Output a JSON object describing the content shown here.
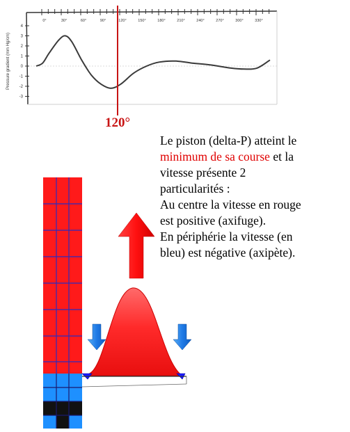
{
  "graph": {
    "y_axis_label": "Pressure gradient (mm Hg/cm)",
    "y_ticks": [
      "4",
      "3",
      "2",
      "1",
      "0",
      "-1",
      "-2",
      "-3"
    ],
    "x_ticks": [
      "0°",
      "30°",
      "60°",
      "90°",
      "120°",
      "150°",
      "180°",
      "210°",
      "240°",
      "270°",
      "300°",
      "330°"
    ],
    "curve": [
      {
        "deg": 0,
        "value": 0.0
      },
      {
        "deg": 10,
        "value": 0.3
      },
      {
        "deg": 20,
        "value": 1.3
      },
      {
        "deg": 35,
        "value": 2.6
      },
      {
        "deg": 45,
        "value": 3.0
      },
      {
        "deg": 55,
        "value": 2.4
      },
      {
        "deg": 70,
        "value": 0.6
      },
      {
        "deg": 85,
        "value": -0.9
      },
      {
        "deg": 100,
        "value": -1.8
      },
      {
        "deg": 115,
        "value": -2.2
      },
      {
        "deg": 130,
        "value": -1.8
      },
      {
        "deg": 150,
        "value": -0.7
      },
      {
        "deg": 170,
        "value": 0.0
      },
      {
        "deg": 190,
        "value": 0.4
      },
      {
        "deg": 215,
        "value": 0.5
      },
      {
        "deg": 240,
        "value": 0.3
      },
      {
        "deg": 270,
        "value": 0.1
      },
      {
        "deg": 300,
        "value": -0.2
      },
      {
        "deg": 320,
        "value": -0.3
      },
      {
        "deg": 340,
        "value": -0.2
      },
      {
        "deg": 360,
        "value": 0.6
      }
    ],
    "marker_deg": 120,
    "marker_label": "120°",
    "colors": {
      "curve": "#3a3a3a",
      "marker": "#c81414",
      "axis": "#333333"
    }
  },
  "description": {
    "line_1": "Le piston (delta-P) atteint le",
    "highlight": "minimum de sa course",
    "line_2_suffix": " et la",
    "line_3": "vitesse présente 2",
    "line_4": "particularités :",
    "line_5": "Au centre la vitesse en rouge",
    "line_6": "est positive (axifuge).",
    "line_7": "En périphérie la vitesse (en",
    "line_8": "bleu) est négative (axipète)."
  },
  "illustration": {
    "colors": {
      "piston": "#ff1a1a",
      "grid": "#2b2bbf",
      "fluid": "#1e90ff",
      "base_dark": "#111111",
      "profile_fill": "#ff2a2a",
      "profile_edge": "#e60000",
      "arrow_up": "#ff1414",
      "arrow_down": "#1f7ae6"
    },
    "center_velocity_direction": "up",
    "peripheral_velocity_direction": "down"
  }
}
